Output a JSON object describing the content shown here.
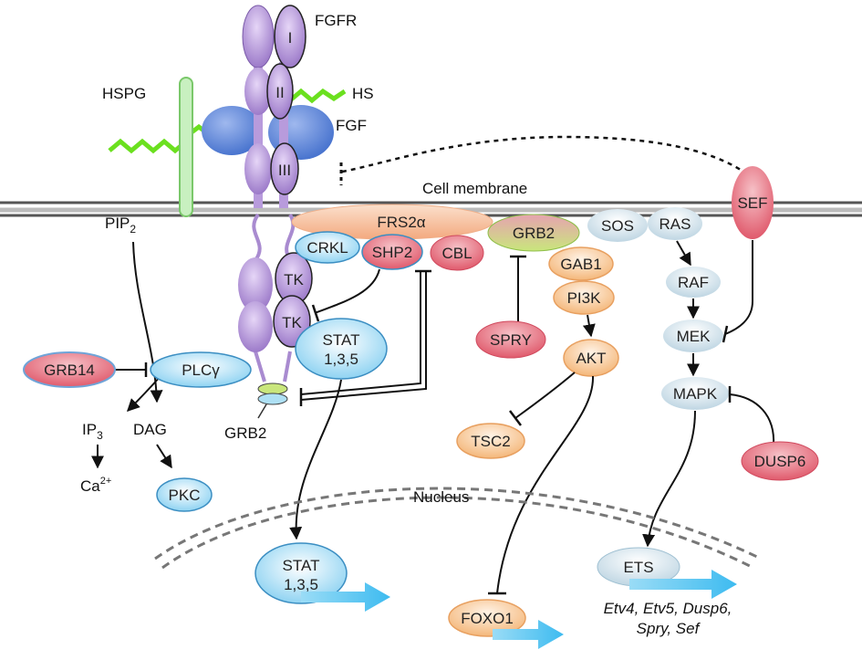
{
  "labels": {
    "fgfr": "FGFR",
    "hspg": "HSPG",
    "hs": "HS",
    "fgf": "FGF",
    "cell_membrane": "Cell membrane",
    "pip": "PIP",
    "pip_sub": "2",
    "ip": "IP",
    "ip_sub": "3",
    "dag": "DAG",
    "ca": "Ca",
    "ca_sup": "2+",
    "nucleus": "Nucleus",
    "grb2_bottom": "GRB2"
  },
  "domains": {
    "d1": "I",
    "d2": "II",
    "d3": "III",
    "tk1": "TK",
    "tk2": "TK"
  },
  "nodes": {
    "frs2a": "FRS2α",
    "crkl": "CRKL",
    "shp2": "SHP2",
    "cbl": "CBL",
    "grb2": "GRB2",
    "sos": "SOS",
    "ras": "RAS",
    "raf": "RAF",
    "mek": "MEK",
    "mapk": "MAPK",
    "sef": "SEF",
    "gab1": "GAB1",
    "pi3k": "PI3K",
    "akt": "AKT",
    "spry": "SPRY",
    "tsc2": "TSC2",
    "foxo1": "FOXO1",
    "dusp6": "DUSP6",
    "ets": "ETS",
    "grb14": "GRB14",
    "plcg": "PLCγ",
    "pkc": "PKC",
    "stat_top_line1": "STAT",
    "stat_top_line2": "1,3,5",
    "stat_bot_line1": "STAT",
    "stat_bot_line2": "1,3,5"
  },
  "targets": {
    "line1": "Etv4, Etv5, Dusp6,",
    "line2": "Spry, Sef"
  },
  "colors": {
    "receptor": "#a98bd0",
    "fgf": "#5b86d8",
    "hs": "#6be01f",
    "membrane": "#6a6a6a",
    "blue_node": "#aee0f4",
    "pink_node": "#e8707e",
    "orange_node": "#f7c99a",
    "grey_blue_node": "#cfe0ea",
    "arrow_blue": "#4fc3f0"
  }
}
